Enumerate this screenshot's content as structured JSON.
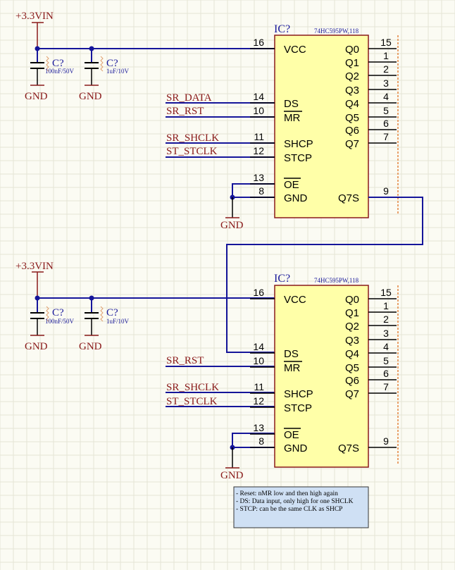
{
  "power_label": "+3.3VIN",
  "gnd_label": "GND",
  "ic": {
    "designator": "IC?",
    "part": "74HC595PW,118",
    "left_pins": [
      {
        "num": "16",
        "name": "VCC"
      },
      {
        "num": "14",
        "name": "DS"
      },
      {
        "num": "10",
        "name": "MR"
      },
      {
        "num": "11",
        "name": "SHCP"
      },
      {
        "num": "12",
        "name": "STCP"
      },
      {
        "num": "13",
        "name": "OE"
      },
      {
        "num": "8",
        "name": "GND"
      }
    ],
    "right_pins": [
      {
        "num": "15",
        "name": "Q0"
      },
      {
        "num": "1",
        "name": "Q1"
      },
      {
        "num": "2",
        "name": "Q2"
      },
      {
        "num": "3",
        "name": "Q3"
      },
      {
        "num": "4",
        "name": "Q4"
      },
      {
        "num": "5",
        "name": "Q5"
      },
      {
        "num": "6",
        "name": "Q6"
      },
      {
        "num": "7",
        "name": "Q7"
      },
      {
        "num": "9",
        "name": "Q7S"
      }
    ]
  },
  "caps": [
    {
      "designator": "C?",
      "value": "100nF/50V"
    },
    {
      "designator": "C?",
      "value": "1uF/10V"
    }
  ],
  "nets_top": [
    "SR_DATA",
    "SR_RST",
    "SR_SHCLK",
    "ST_STCLK"
  ],
  "nets_bottom": [
    "SR_RST",
    "SR_SHCLK",
    "ST_STCLK"
  ],
  "note_lines": [
    "- Reset: nMR low and then high again",
    "- DS: Data input, only high for one SHCLK",
    "- STCP: can be the same CLK as SHCP"
  ]
}
